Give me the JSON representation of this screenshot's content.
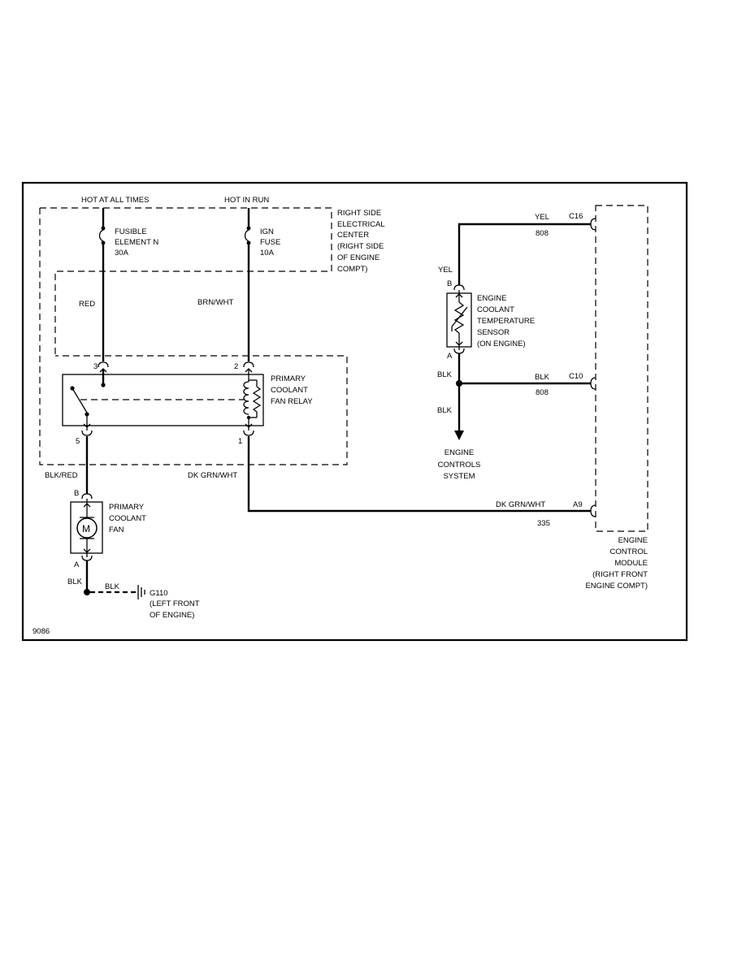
{
  "top_labels": {
    "hot_at_all_times": "HOT AT ALL TIMES",
    "hot_in_run": "HOT IN RUN"
  },
  "fuse_block": {
    "lines": [
      "RIGHT SIDE",
      "ELECTRICAL",
      "CENTER",
      "(RIGHT SIDE",
      "OF ENGINE",
      "COMPT)"
    ]
  },
  "fusible_element": {
    "lines": [
      "FUSIBLE",
      "ELEMENT N",
      "30A"
    ]
  },
  "ign_fuse": {
    "lines": [
      "IGN",
      "FUSE",
      "10A"
    ]
  },
  "wires": {
    "red": "RED",
    "brn_wht": "BRN/WHT",
    "blk_red": "BLK/RED",
    "dk_grn_wht_left": "DK GRN/WHT",
    "dk_grn_wht_right": "DK GRN/WHT",
    "yel_top": "YEL",
    "yel_sensor": "YEL",
    "blk_sensor": "BLK",
    "blk_right": "BLK",
    "blk_down": "BLK",
    "blk_fan": "BLK",
    "blk_ground": "BLK"
  },
  "circuit_numbers": {
    "c808_top": "808",
    "c808_mid": "808",
    "c335": "335"
  },
  "relay": {
    "lines": [
      "PRIMARY",
      "COOLANT",
      "FAN RELAY"
    ],
    "pins": {
      "p3": "3",
      "p2": "2",
      "p5": "5",
      "p1": "1"
    }
  },
  "sensor": {
    "lines": [
      "ENGINE",
      "COOLANT",
      "TEMPERATURE",
      "SENSOR",
      "(ON ENGINE)"
    ],
    "pin_b": "B",
    "pin_a": "A"
  },
  "engine_controls": {
    "lines": [
      "ENGINE",
      "CONTROLS",
      "SYSTEM"
    ]
  },
  "ecm": {
    "lines": [
      "ENGINE",
      "CONTROL",
      "MODULE",
      "(RIGHT FRONT",
      "ENGINE COMPT)"
    ],
    "pins": {
      "c16": "C16",
      "c10": "C10",
      "a9": "A9"
    }
  },
  "fan": {
    "lines": [
      "PRIMARY",
      "COOLANT",
      "FAN"
    ],
    "motor_symbol": "M",
    "pin_b": "B",
    "pin_a": "A"
  },
  "ground": {
    "lines": [
      "G110",
      "(LEFT FRONT",
      "OF ENGINE)"
    ]
  },
  "figure_number": "9086"
}
